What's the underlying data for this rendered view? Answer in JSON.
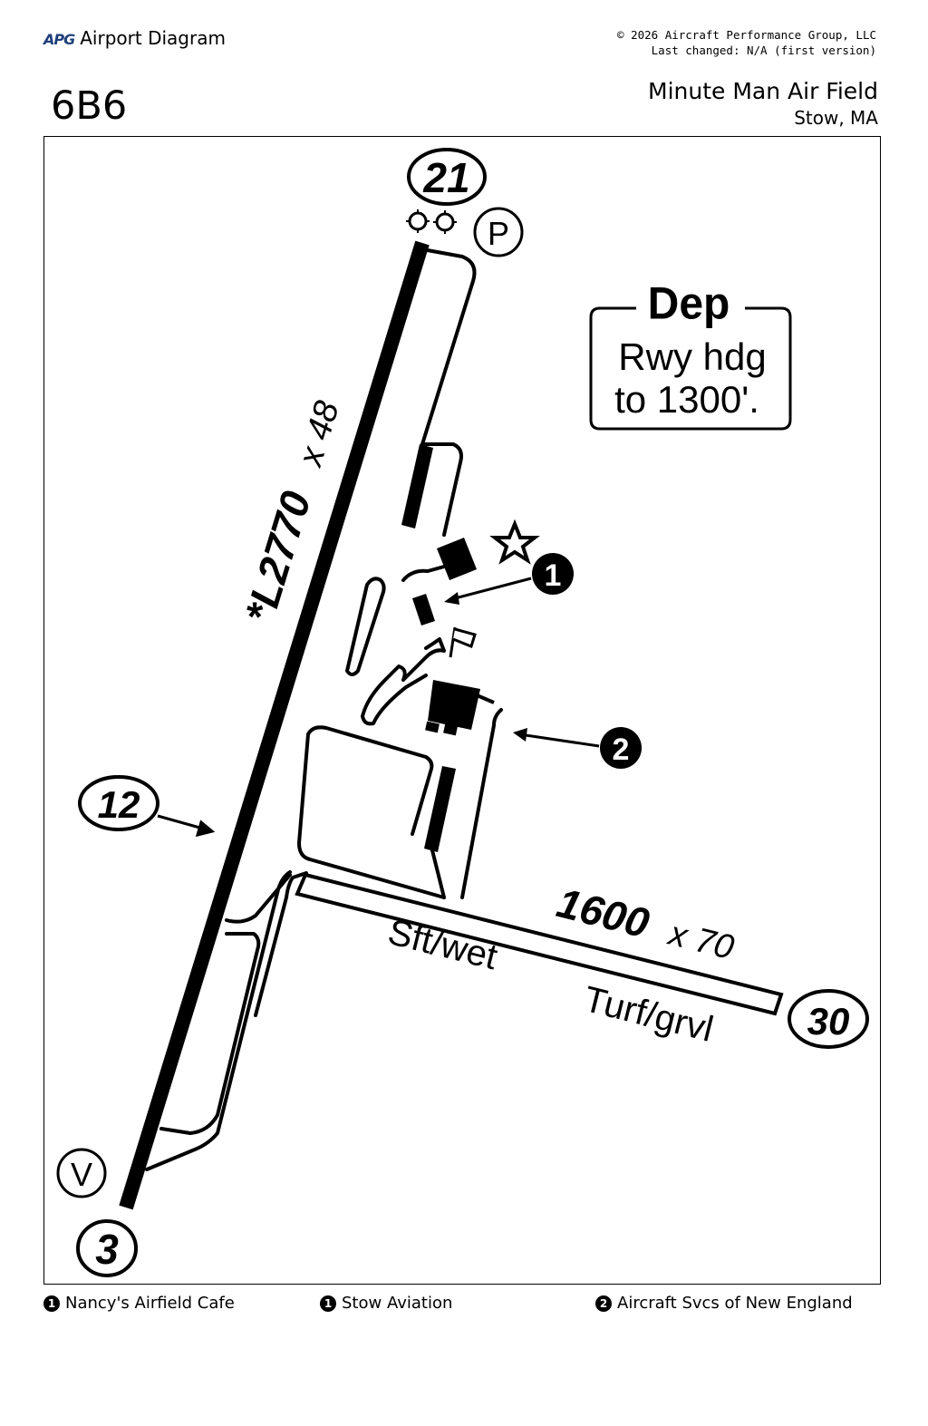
{
  "header": {
    "brand_logo": "APG",
    "brand_title": "Airport Diagram",
    "copyright": "© 2026 Aircraft Performance Group, LLC",
    "last_changed": "Last changed: N/A (first version)",
    "airport_id": "6B6",
    "airport_name": "Minute Man Air Field",
    "airport_city": "Stow, MA"
  },
  "diagram": {
    "runway_main": {
      "id_north": "21",
      "id_south": "3",
      "label_prefix": "*L2770",
      "label_width": "x 48"
    },
    "runway_turf": {
      "id_west": "12",
      "id_east": "30",
      "label_length": "1600",
      "label_width": "x 70",
      "surface_left": "Sft/wet",
      "surface_right": "Turf/grvl"
    },
    "departure_box": {
      "title": "Dep",
      "line1": "Rwy hdg",
      "line2": "to 1300'."
    },
    "markers": {
      "parking": "P",
      "vor": "V",
      "callout_1": "1",
      "callout_2": "2"
    }
  },
  "footer": {
    "items": [
      {
        "num": "1",
        "label": "Nancy's Airfield Cafe"
      },
      {
        "num": "1",
        "label": "Stow Aviation"
      },
      {
        "num": "2",
        "label": "Aircraft Svcs of New England"
      }
    ]
  }
}
